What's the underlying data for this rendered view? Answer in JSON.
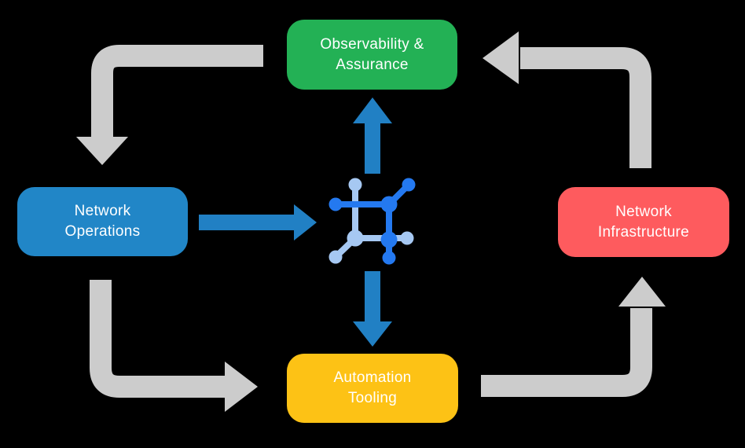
{
  "diagram": {
    "background": "#000000",
    "text_color": "#ffffff",
    "nodes": {
      "observability": {
        "line1": "Observability &",
        "line2": "Assurance",
        "color": "#23b155"
      },
      "operations": {
        "line1": "Network",
        "line2": "Operations",
        "color": "#2186c7"
      },
      "infrastructure": {
        "line1": "Network",
        "line2": "Infrastructure",
        "color": "#fe5b5e"
      },
      "automation": {
        "line1": "Automation",
        "line2": "Tooling",
        "color": "#fdc215"
      }
    },
    "icon": {
      "name": "network-node-icon",
      "dark_color": "#2479f0",
      "light_color": "#a6c8f2"
    },
    "arrows": {
      "cycle_color": "#cccccc",
      "flow_color": "#2180c4"
    }
  }
}
